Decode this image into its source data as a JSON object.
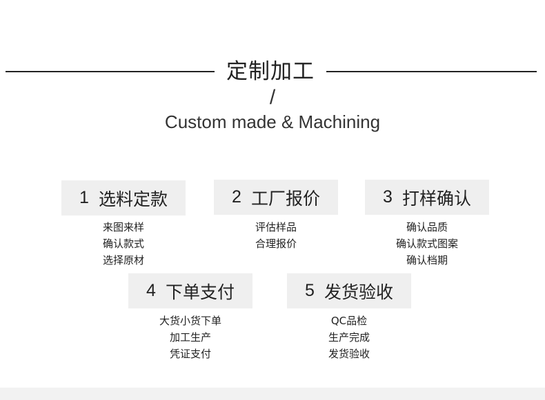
{
  "header": {
    "title": "定制加工",
    "separator": "/",
    "subtitle": "Custom made & Machining"
  },
  "steps": [
    {
      "num": "1",
      "label": "选料定款",
      "items": [
        "来图来样",
        "确认款式",
        "选择原材"
      ]
    },
    {
      "num": "2",
      "label": "工厂报价",
      "items": [
        "评估样品",
        "合理报价"
      ]
    },
    {
      "num": "3",
      "label": "打样确认",
      "items": [
        "确认品质",
        "确认款式图案",
        "确认档期"
      ]
    },
    {
      "num": "4",
      "label": "下单支付",
      "items": [
        "大货小货下单",
        "加工生产",
        "凭证支付"
      ]
    },
    {
      "num": "5",
      "label": "发货验收",
      "items": [
        "QC品检",
        "生产完成",
        "发货验收"
      ]
    }
  ],
  "colors": {
    "text": "#222222",
    "step_background": "#efefef",
    "footer_background": "#f2f2f2"
  }
}
